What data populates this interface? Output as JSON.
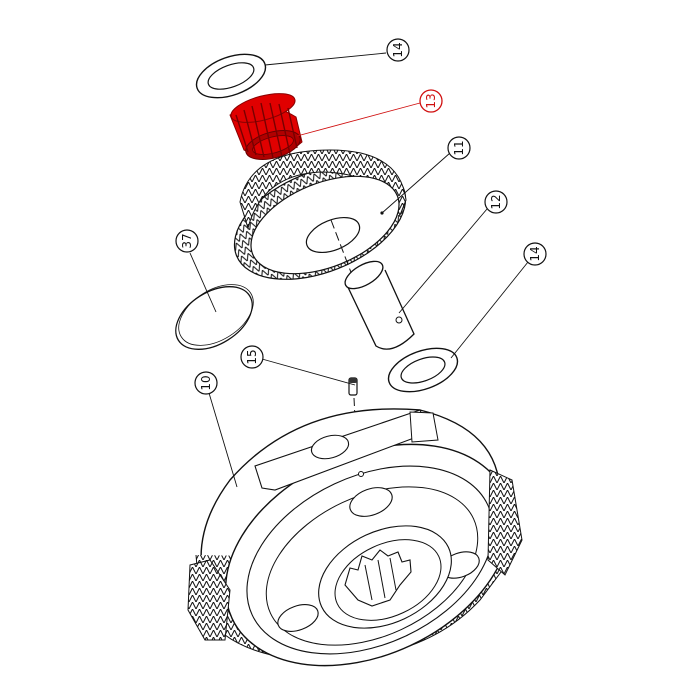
{
  "diagram": {
    "type": "exploded-parts-view",
    "subject": "planetary carrier assembly",
    "highlight_color": "#e00000",
    "line_color": "#111111",
    "callouts": [
      {
        "id": "14a",
        "label": "14",
        "part": "thrust washer (top)",
        "highlighted": false
      },
      {
        "id": "13",
        "label": "13",
        "part": "needle roller bearing",
        "highlighted": true
      },
      {
        "id": "11",
        "label": "11",
        "part": "planet gear",
        "highlighted": false
      },
      {
        "id": "12",
        "label": "12",
        "part": "planet pin / shaft",
        "highlighted": false
      },
      {
        "id": "14b",
        "label": "14",
        "part": "thrust washer (bottom)",
        "highlighted": false
      },
      {
        "id": "37",
        "label": "37",
        "part": "cover disc",
        "highlighted": false
      },
      {
        "id": "15",
        "label": "15",
        "part": "roll pin",
        "highlighted": false
      },
      {
        "id": "10",
        "label": "10",
        "part": "planet carrier",
        "highlighted": false
      }
    ]
  }
}
